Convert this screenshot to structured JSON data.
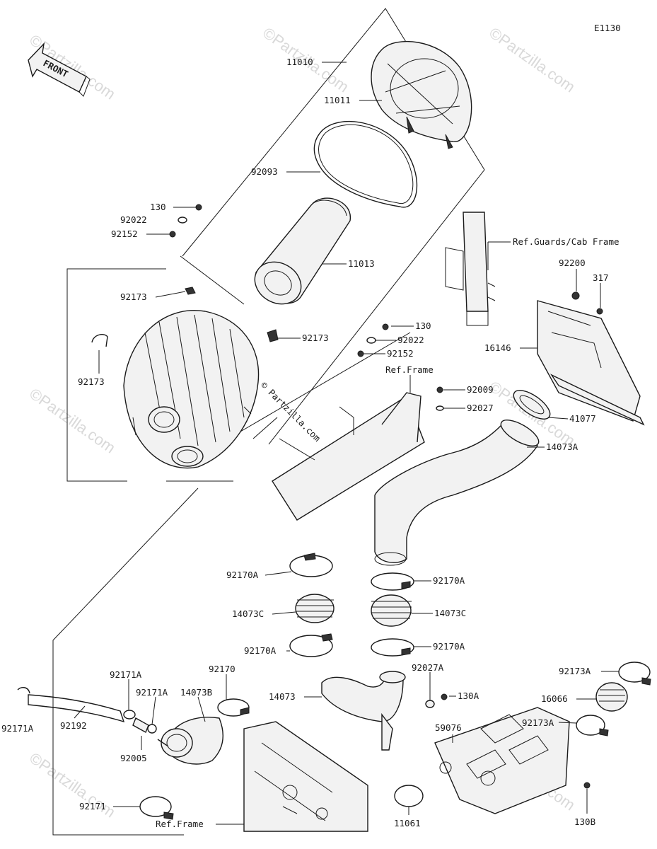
{
  "diagram_code": "E1130",
  "front_label": "FRONT",
  "watermark_text": "©Partzilla.com",
  "watermark_small": "© Partzilla.com",
  "labels": [
    {
      "id": "11010",
      "text": "11010"
    },
    {
      "id": "11011",
      "text": "11011"
    },
    {
      "id": "92093",
      "text": "92093"
    },
    {
      "id": "130-a",
      "text": "130"
    },
    {
      "id": "92022-a",
      "text": "92022"
    },
    {
      "id": "92152-a",
      "text": "92152"
    },
    {
      "id": "11013",
      "text": "11013"
    },
    {
      "id": "ref-guards",
      "text": "Ref.Guards/Cab Frame"
    },
    {
      "id": "92200",
      "text": "92200"
    },
    {
      "id": "317",
      "text": "317"
    },
    {
      "id": "92173-a",
      "text": "92173"
    },
    {
      "id": "92173-b",
      "text": "92173"
    },
    {
      "id": "92173-c",
      "text": "92173"
    },
    {
      "id": "130-b",
      "text": "130"
    },
    {
      "id": "92022-b",
      "text": "92022"
    },
    {
      "id": "92152-b",
      "text": "92152"
    },
    {
      "id": "16146",
      "text": "16146"
    },
    {
      "id": "ref-frame-a",
      "text": "Ref.Frame"
    },
    {
      "id": "92009",
      "text": "92009"
    },
    {
      "id": "92027",
      "text": "92027"
    },
    {
      "id": "41077",
      "text": "41077"
    },
    {
      "id": "14073A",
      "text": "14073A"
    },
    {
      "id": "92170A-a",
      "text": "92170A"
    },
    {
      "id": "92170A-b",
      "text": "92170A"
    },
    {
      "id": "14073C-a",
      "text": "14073C"
    },
    {
      "id": "14073C-b",
      "text": "14073C"
    },
    {
      "id": "92170A-c",
      "text": "92170A"
    },
    {
      "id": "92170A-d",
      "text": "92170A"
    },
    {
      "id": "92171A-a",
      "text": "92171A"
    },
    {
      "id": "92170",
      "text": "92170"
    },
    {
      "id": "92171A-b",
      "text": "92171A"
    },
    {
      "id": "14073B",
      "text": "14073B"
    },
    {
      "id": "14073",
      "text": "14073"
    },
    {
      "id": "92027A",
      "text": "92027A"
    },
    {
      "id": "130A",
      "text": "130A"
    },
    {
      "id": "92173A-a",
      "text": "92173A"
    },
    {
      "id": "16066",
      "text": "16066"
    },
    {
      "id": "92171A-c",
      "text": "92171A"
    },
    {
      "id": "92192",
      "text": "92192"
    },
    {
      "id": "92005",
      "text": "92005"
    },
    {
      "id": "59076",
      "text": "59076"
    },
    {
      "id": "92173A-b",
      "text": "92173A"
    },
    {
      "id": "92171",
      "text": "92171"
    },
    {
      "id": "11061",
      "text": "11061"
    },
    {
      "id": "130B",
      "text": "130B"
    },
    {
      "id": "ref-frame-b",
      "text": "Ref.Frame"
    }
  ]
}
